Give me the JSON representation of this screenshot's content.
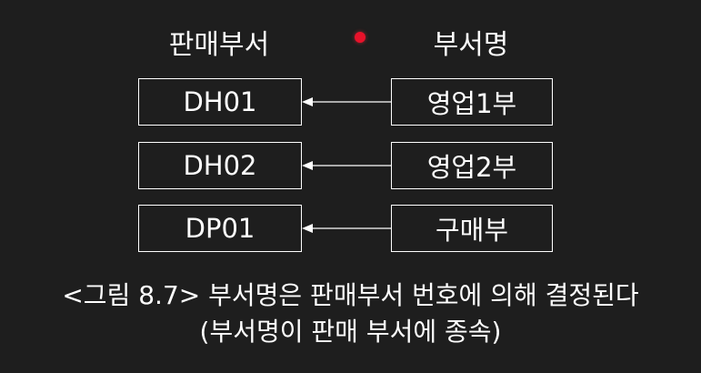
{
  "headers": {
    "left": "판매부서",
    "right": "부서명"
  },
  "rows": [
    {
      "code": "DH01",
      "name": "영업1부"
    },
    {
      "code": "DH02",
      "name": "영업2부"
    },
    {
      "code": "DP01",
      "name": "구매부"
    }
  ],
  "caption": {
    "line1": "<그림 8.7> 부서명은 판매부서 번호에 의해 결정된다",
    "line2": "(부서명이 판매 부서에 종속)"
  },
  "colors": {
    "background": "#1e1e1e",
    "foreground": "#ffffff",
    "pointer": "#e8122a"
  }
}
